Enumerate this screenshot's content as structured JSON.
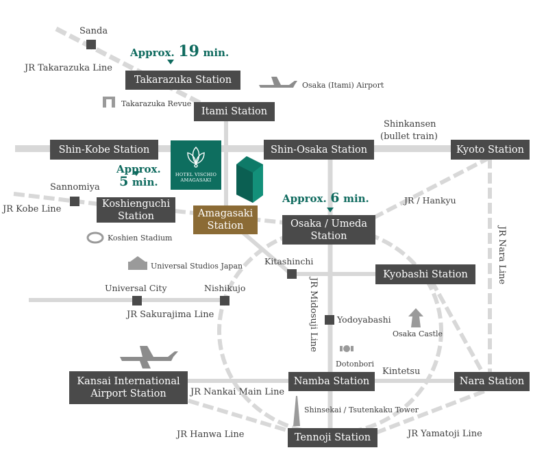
{
  "stations": {
    "takarazuka": "Takarazuka Station",
    "itami": "Itami Station",
    "shin_kobe": "Shin-Kobe Station",
    "shin_osaka": "Shin-Osaka Station",
    "kyoto": "Kyoto Station",
    "koshienguchi_1": "Koshienguchi",
    "koshienguchi_2": "Station",
    "amagasaki_1": "Amagasaki",
    "amagasaki_2": "Station",
    "osaka_umeda_1": "Osaka /  Umeda",
    "osaka_umeda_2": "Station",
    "kyobashi": "Kyobashi Station",
    "kansai_1": "Kansai International",
    "kansai_2": "Airport Station",
    "namba": "Namba Station",
    "nara": "Nara Station",
    "tennoji": "Tennoji Station"
  },
  "places": {
    "sanda": "Sanda",
    "sannomiya": "Sannomiya",
    "universal_city": "Universal City",
    "nishikujo": "Nishikujo",
    "kitashinchi": "Kitashinchi",
    "yodoyabashi": "Yodoyabashi"
  },
  "landmarks": {
    "itami_airport": "Osaka (Itami) Airport",
    "takarazuka_revue": "Takarazuka Revue",
    "koshien": "Koshien Stadium",
    "usj": "Universal Studios Japan",
    "osaka_castle": "Osaka Castle",
    "dotonbori": "Dotonbori",
    "tsutenkaku": "Shinsekai / Tsutenkaku Tower"
  },
  "lines": {
    "takarazuka_line": "JR Takarazuka Line",
    "kobe_line": "JR Kobe Line",
    "shinkansen_1": "Shinkansen",
    "shinkansen_2": "(bullet train)",
    "jr_hankyu": "JR / Hankyu",
    "nara_line": "JR Nara Line",
    "midosuji": "JR Midosuji Line",
    "sakurajima": "JR Sakurajima Line",
    "nankai": "JR Nankai Main Line",
    "hanwa": "JR Hanwa Line",
    "yamatoji": "JR Yamatoji Line",
    "kintetsu": "Kintetsu"
  },
  "travel_times": {
    "takarazuka": {
      "prefix": "Approx.",
      "value": "19",
      "unit": "min."
    },
    "koshienguchi": {
      "line1": "Approx.",
      "value": "5",
      "unit": "min."
    },
    "umeda": {
      "prefix": "Approx.",
      "value": "6",
      "unit": "min."
    }
  },
  "hotel": {
    "name_line1": "HOTEL VISCHIO",
    "name_line2": "AMAGASAKI"
  },
  "colors": {
    "station_box": "#4a4a4a",
    "current_station": "#8b6b35",
    "accent_green": "#0e6a5e",
    "line_gray": "#d7d7d7"
  }
}
